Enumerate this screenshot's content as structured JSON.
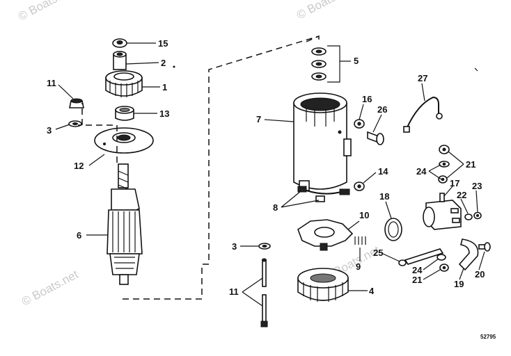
{
  "watermarks": [
    "© Boats.net",
    "© Boats.net",
    "© Boats.net",
    "© Boats.net"
  ],
  "callouts": [
    {
      "id": "15",
      "text": "15"
    },
    {
      "id": "2",
      "text": "2"
    },
    {
      "id": "1",
      "text": "1"
    },
    {
      "id": "11a",
      "text": "11"
    },
    {
      "id": "13",
      "text": "13"
    },
    {
      "id": "3a",
      "text": "3"
    },
    {
      "id": "12",
      "text": "12"
    },
    {
      "id": "6",
      "text": "6"
    },
    {
      "id": "5",
      "text": "5"
    },
    {
      "id": "7",
      "text": "7"
    },
    {
      "id": "16",
      "text": "16"
    },
    {
      "id": "26",
      "text": "26"
    },
    {
      "id": "27",
      "text": "27"
    },
    {
      "id": "14",
      "text": "14"
    },
    {
      "id": "8",
      "text": "8"
    },
    {
      "id": "24a",
      "text": "24"
    },
    {
      "id": "21a",
      "text": "21"
    },
    {
      "id": "17",
      "text": "17"
    },
    {
      "id": "23",
      "text": "23"
    },
    {
      "id": "18",
      "text": "18"
    },
    {
      "id": "22",
      "text": "22"
    },
    {
      "id": "10",
      "text": "10"
    },
    {
      "id": "9",
      "text": "9"
    },
    {
      "id": "3b",
      "text": "3"
    },
    {
      "id": "25",
      "text": "25"
    },
    {
      "id": "24b",
      "text": "24"
    },
    {
      "id": "21b",
      "text": "21"
    },
    {
      "id": "4",
      "text": "4"
    },
    {
      "id": "11b",
      "text": "11"
    },
    {
      "id": "19",
      "text": "19"
    },
    {
      "id": "20",
      "text": "20"
    }
  ],
  "reference_number": "52795"
}
